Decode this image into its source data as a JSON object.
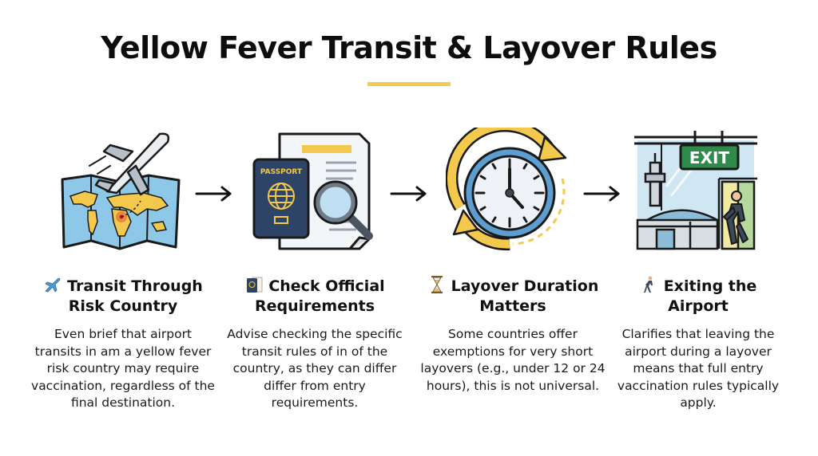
{
  "title": "Yellow Fever Transit & Layover Rules",
  "colors": {
    "accent_yellow": "#f2c94c",
    "blue": "#5b9ecf",
    "navy": "#2d4466",
    "map_water": "#8ec8e8",
    "exit_green": "#2e8b4a",
    "text": "#111111"
  },
  "steps": [
    {
      "icon": "airplane-icon",
      "illustration": "airplane-over-world-map",
      "heading": "Transit Through Risk Country",
      "heading_lines": [
        "Transit Through",
        "Risk Country"
      ],
      "body": "Even brief that airport transits in am a yellow fever risk country may require vaccination, regardless of the final destination."
    },
    {
      "icon": "passport-icon",
      "illustration": "passport-document-magnifier",
      "heading": "Check Official Requirements",
      "heading_lines": [
        "Check Official",
        "Requirements"
      ],
      "body": "Advise checking the specific transit rules of in of the country, as they can differ differ from entry requirements."
    },
    {
      "icon": "hourglass-icon",
      "illustration": "clock-with-cycle-arrows",
      "heading": "Layover Duration Matters",
      "heading_lines": [
        "Layover Duration",
        "Matters"
      ],
      "body": "Some countries offer exemptions for very short layovers (e.g., under 12 or 24 hours), this is not universal."
    },
    {
      "icon": "walking-person-icon",
      "illustration": "airport-exit-sign",
      "heading": "Exiting the Airport",
      "heading_lines": [
        "Exiting the",
        "Airport"
      ],
      "body": "Clarifies that leaving the airport during a layover means that full entry vaccination rules typically apply.",
      "exit_sign": "EXIT"
    },
    {
      "illustration_text": "PASSPORT"
    }
  ]
}
